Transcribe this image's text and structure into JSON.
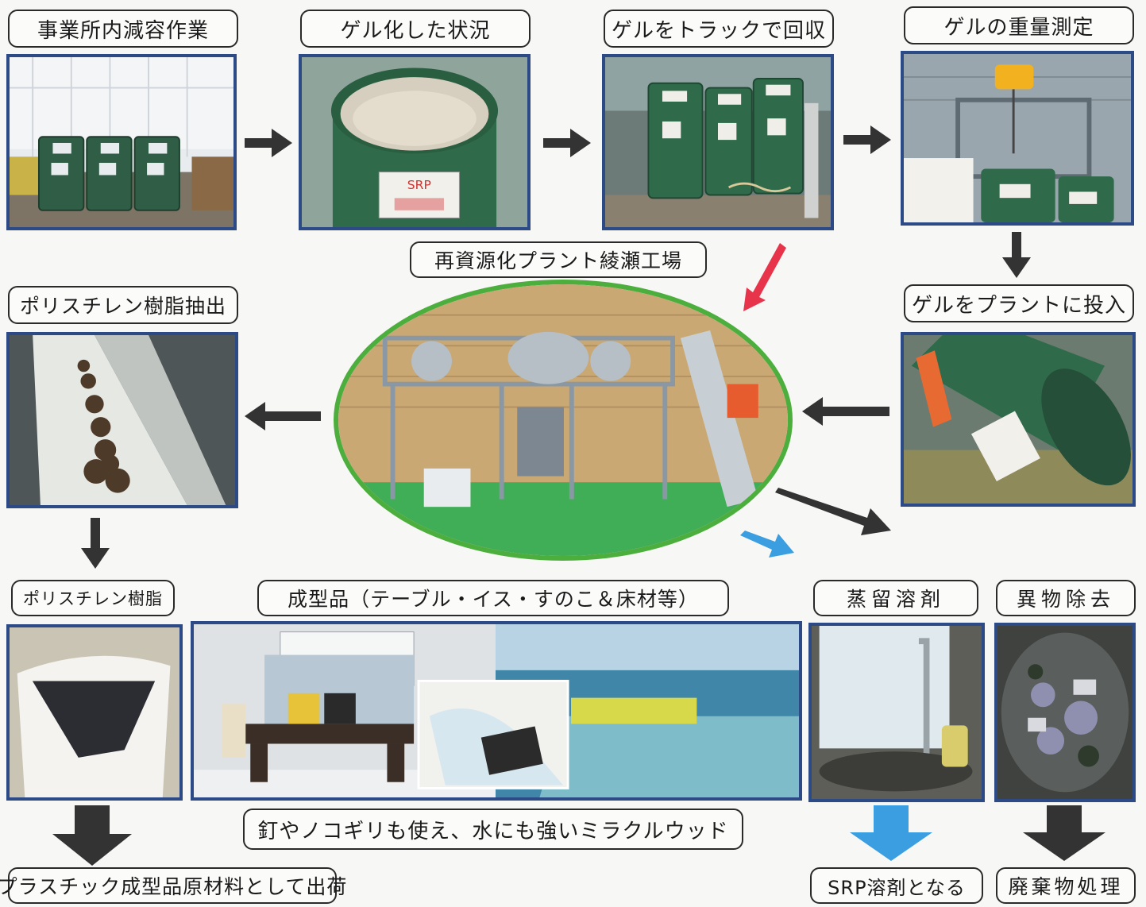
{
  "steps": {
    "s1": "事業所内減容作業",
    "s2": "ゲル化した状況",
    "s3": "ゲルをトラックで回収",
    "s4": "ゲルの重量測定",
    "s5": "ゲルをプラントに投入",
    "s6": "ポリスチレン樹脂抽出",
    "s7": "ポリスチレン樹脂",
    "s8": "成型品（テーブル・イス・すのこ＆床材等）",
    "s9": "釘やノコギリも使え、水にも強いミラクルウッド",
    "s10": "プラスチック成型品原材料として出荷",
    "s11": "蒸留溶剤",
    "s12": "SRP溶剤となる",
    "s13": "異物除去",
    "s14": "廃棄物処理"
  },
  "center": {
    "title": "再資源化プラント綾瀬工場"
  },
  "colors": {
    "arrow_dark": "#333333",
    "arrow_red": "#e8344a",
    "arrow_blue": "#3b9ee0",
    "photo_border": "#2c4a86",
    "oval_border": "#4caf3d",
    "drum_green": "#2f6b4a",
    "floor_green": "#3fae57"
  }
}
